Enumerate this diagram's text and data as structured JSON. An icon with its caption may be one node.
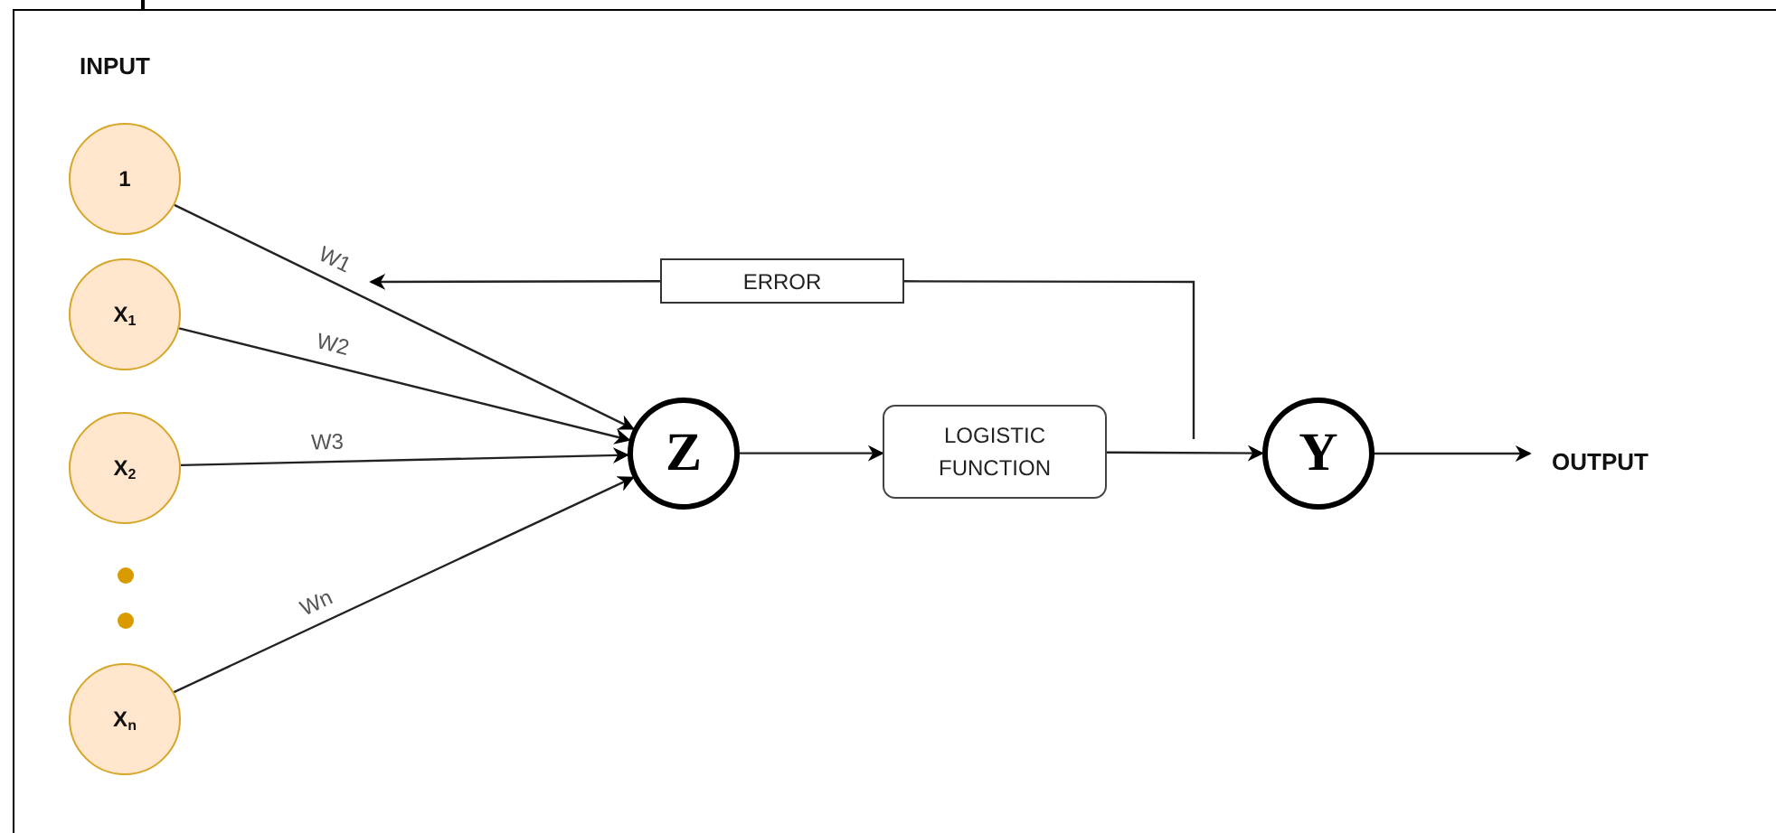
{
  "diagram": {
    "nodes": [
      {
        "text": [
          "1"
        ]
      },
      {
        "text": [
          "X$_{1}$"
        ]
      },
      {
        "text": [
          "X$_{2}$"
        ]
      },
      {
        "text": [
          "X$_{n}$"
        ]
      },
      {
        "text": [
          "Z"
        ]
      },
      {
        "text": [
          "LOGISTIC FUNCTION"
        ]
      },
      {
        "text": [
          "Y"
        ]
      },
      {
        "text": [
          "OUTPUT"
        ]
      },
      {
        "text": [
          "ERROR"
        ]
      }
    ],
    "edges": [
      {
        "from": 0,
        "to": 4,
        "arrow": "to",
        "label": "W1"
      },
      {
        "from": 1,
        "to": 4,
        "arrow": "to",
        "label": "W2"
      },
      {
        "from": 2,
        "to": 4,
        "arrow": "to",
        "label": "W3"
      },
      {
        "from": 3,
        "to": 4,
        "arrow": "to",
        "label": "Wn"
      },
      {
        "from": 4,
        "to": 5,
        "arrow": "to"
      },
      {
        "from": 5,
        "to": 6,
        "arrow": "to"
      },
      {
        "from": 6,
        "to": 7,
        "arrow": "to"
      },
      {
        "from": null,
        "to": 8,
        "arrow": "none"
      },
      {
        "from": 8,
        "to": null,
        "arrow": "to"
      }
    ],
    "labels": [
      "INPUT"
    ]
  }
}
